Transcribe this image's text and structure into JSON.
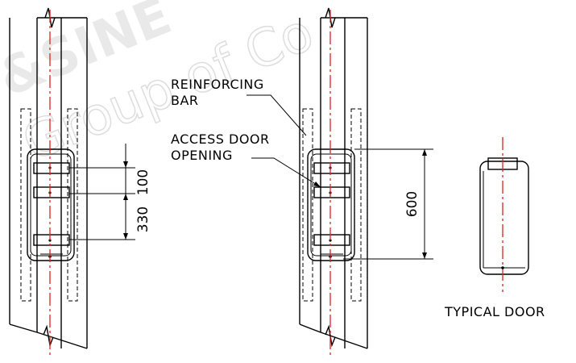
{
  "watermark": {
    "line1": "&SINE",
    "line2": "Group of Co"
  },
  "labels": {
    "reinforcing_bar_line1": "REINFORCING",
    "reinforcing_bar_line2": "BAR",
    "access_door_line1": "ACCESS DOOR",
    "access_door_line2": "OPENING",
    "typical_door": "TYPICAL DOOR"
  },
  "dimensions": {
    "left_top": "100",
    "left_bottom": "330",
    "right_height": "600"
  },
  "colors": {
    "centerline": "#e02020",
    "line": "#000000",
    "watermark": "#d8d8d8"
  }
}
